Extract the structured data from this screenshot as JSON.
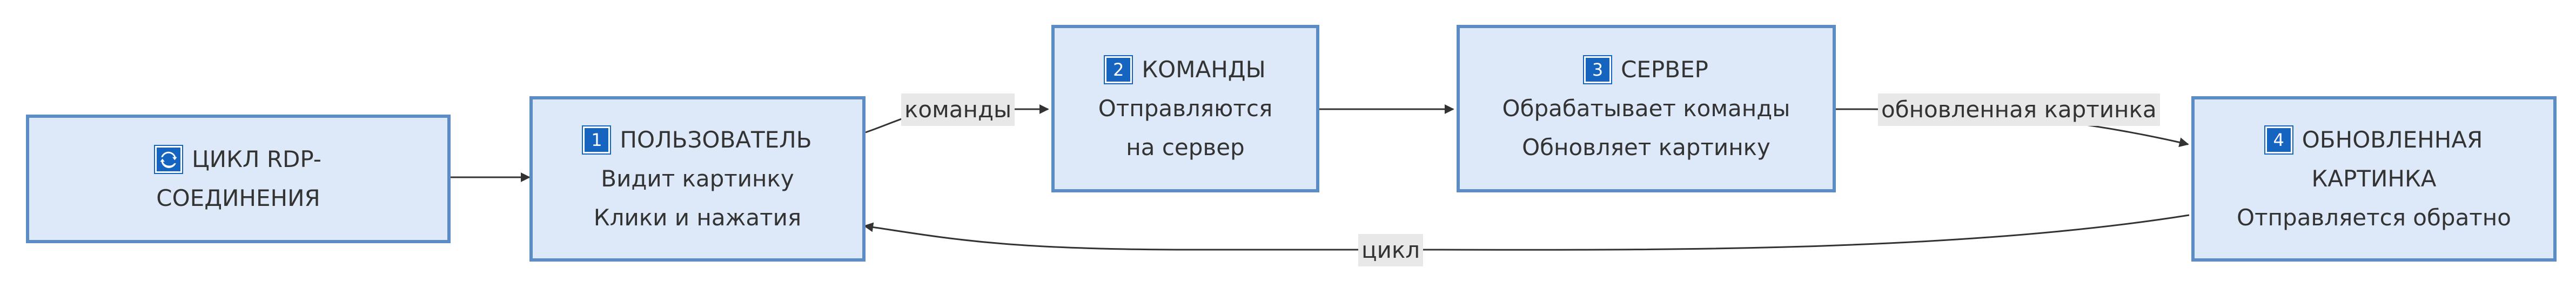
{
  "nodes": {
    "cycle": {
      "icon": "cycle-arrows-icon",
      "title_line1": "ЦИКЛ RDP-",
      "title_line2": "СОЕДИНЕНИЯ"
    },
    "user": {
      "badge": "1",
      "title": "ПОЛЬЗОВАТЕЛЬ",
      "line1": "Видит картинку",
      "line2": "Клики и нажатия"
    },
    "commands": {
      "badge": "2",
      "title": "КОМАНДЫ",
      "line1": "Отправляются",
      "line2": "на сервер"
    },
    "server": {
      "badge": "3",
      "title": "СЕРВЕР",
      "line1": "Обрабатывает команды",
      "line2": "Обновляет картинку"
    },
    "picture": {
      "badge": "4",
      "title_line1": "ОБНОВЛЕННАЯ",
      "title_line2": "КАРТИНКА",
      "line1": "Отправляется обратно"
    }
  },
  "edges": {
    "user_to_commands": "команды",
    "server_to_picture": "обновленная картинка",
    "picture_to_user": "цикл"
  },
  "colors": {
    "node_fill": "#dde9f8",
    "node_border": "#5b8dc4",
    "badge": "#1565c0",
    "edge": "#333333",
    "label_bg": "#e8e8e8"
  }
}
